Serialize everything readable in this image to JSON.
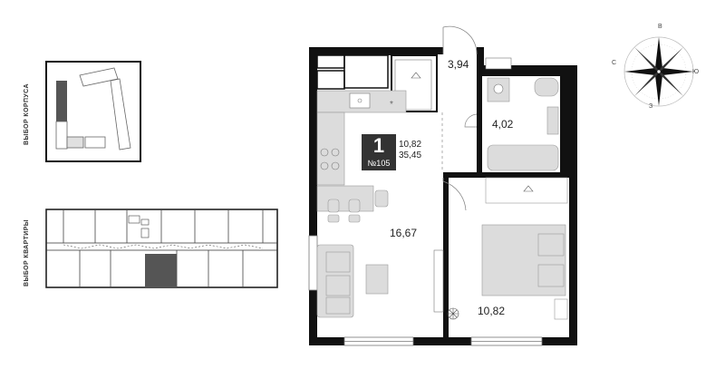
{
  "sidebar": {
    "building_label": "ВЫБОР КОРПУСА",
    "apartment_label": "ВЫБОР КВАРТИРЫ"
  },
  "apartment": {
    "rooms": "1",
    "number": "№105",
    "living_area": "10,82",
    "total_area": "35,45"
  },
  "room_areas": {
    "hall": "3,94",
    "bathroom": "4,02",
    "kitchen_living": "16,67",
    "bedroom": "10,82"
  },
  "compass": {
    "north": "В",
    "east": "Ю",
    "south": "З",
    "west": "С"
  },
  "colors": {
    "wall": "#111111",
    "selected": "#555555",
    "fixture": "#dcdcdc",
    "outline": "#999999"
  }
}
